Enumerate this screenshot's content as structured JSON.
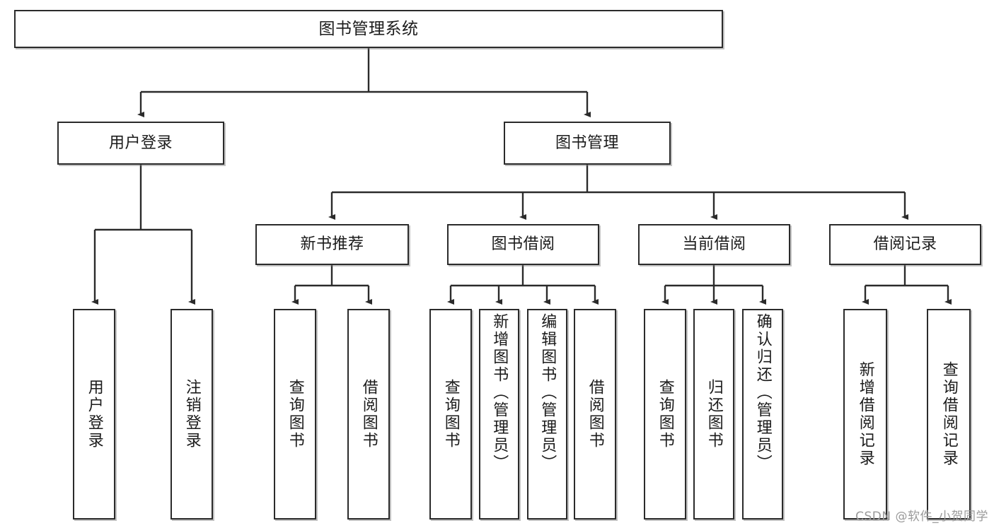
{
  "diagram": {
    "type": "tree",
    "title": "图书管理系统",
    "watermark": "CSDN @软件_小贺同学",
    "colors": {
      "box_border": "#2b2b2b",
      "box_fill": "#ffffff",
      "edge": "#2b2b2b",
      "text": "#1b1b1b",
      "watermark": "#9a9a9a"
    },
    "nodes": {
      "root": {
        "label": "图书管理系统"
      },
      "level2": [
        {
          "id": "user-login",
          "label": "用户登录"
        },
        {
          "id": "book-manage",
          "label": "图书管理"
        }
      ],
      "level3": [
        {
          "id": "new-book-recommend",
          "label": "新书推荐"
        },
        {
          "id": "book-borrow",
          "label": "图书借阅"
        },
        {
          "id": "current-borrow",
          "label": "当前借阅"
        },
        {
          "id": "borrow-record",
          "label": "借阅记录"
        }
      ],
      "leaves": {
        "user-login": [
          {
            "id": "leaf-user-login",
            "label": "用户登录"
          },
          {
            "id": "leaf-user-logout",
            "label": "注销登录"
          }
        ],
        "new-book-recommend": [
          {
            "id": "leaf-query-book-1",
            "label": "查询图书"
          },
          {
            "id": "leaf-borrow-book-1",
            "label": "借阅图书"
          }
        ],
        "book-borrow": [
          {
            "id": "leaf-query-book-2",
            "label": "查询图书"
          },
          {
            "id": "leaf-add-book",
            "label": "新增图书（管理员）"
          },
          {
            "id": "leaf-edit-book",
            "label": "编辑图书（管理员）"
          },
          {
            "id": "leaf-borrow-book-2",
            "label": "借阅图书"
          }
        ],
        "current-borrow": [
          {
            "id": "leaf-query-book-3",
            "label": "查询图书"
          },
          {
            "id": "leaf-return-book",
            "label": "归还图书"
          },
          {
            "id": "leaf-confirm-return",
            "label": "确认归还（管理员）"
          }
        ],
        "borrow-record": [
          {
            "id": "leaf-add-record",
            "label": "新增借阅记录"
          },
          {
            "id": "leaf-query-record",
            "label": "查询借阅记录"
          }
        ]
      }
    },
    "edges": [
      {
        "from": "图书管理系统",
        "to": "用户登录"
      },
      {
        "from": "图书管理系统",
        "to": "图书管理"
      },
      {
        "from": "用户登录",
        "to": "用户登录"
      },
      {
        "from": "用户登录",
        "to": "注销登录"
      },
      {
        "from": "图书管理",
        "to": "新书推荐"
      },
      {
        "from": "图书管理",
        "to": "图书借阅"
      },
      {
        "from": "图书管理",
        "to": "当前借阅"
      },
      {
        "from": "图书管理",
        "to": "借阅记录"
      },
      {
        "from": "新书推荐",
        "to": "查询图书"
      },
      {
        "from": "新书推荐",
        "to": "借阅图书"
      },
      {
        "from": "图书借阅",
        "to": "查询图书"
      },
      {
        "from": "图书借阅",
        "to": "新增图书（管理员）"
      },
      {
        "from": "图书借阅",
        "to": "编辑图书（管理员）"
      },
      {
        "from": "图书借阅",
        "to": "借阅图书"
      },
      {
        "from": "当前借阅",
        "to": "查询图书"
      },
      {
        "from": "当前借阅",
        "to": "归还图书"
      },
      {
        "from": "当前借阅",
        "to": "确认归还（管理员）"
      },
      {
        "from": "借阅记录",
        "to": "新增借阅记录"
      },
      {
        "from": "借阅记录",
        "to": "查询借阅记录"
      }
    ]
  }
}
